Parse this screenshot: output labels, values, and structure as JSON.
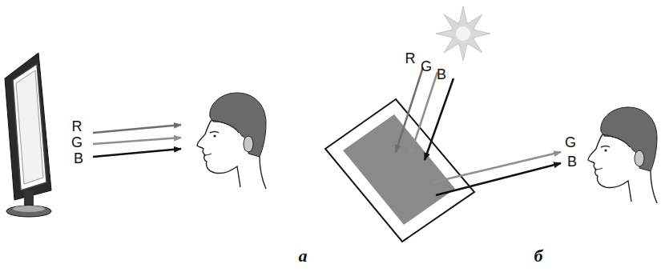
{
  "diagram": {
    "labels": [
      "R",
      "G",
      "B",
      "R",
      "G",
      "B",
      "G",
      "B",
      "а",
      "б"
    ]
  }
}
